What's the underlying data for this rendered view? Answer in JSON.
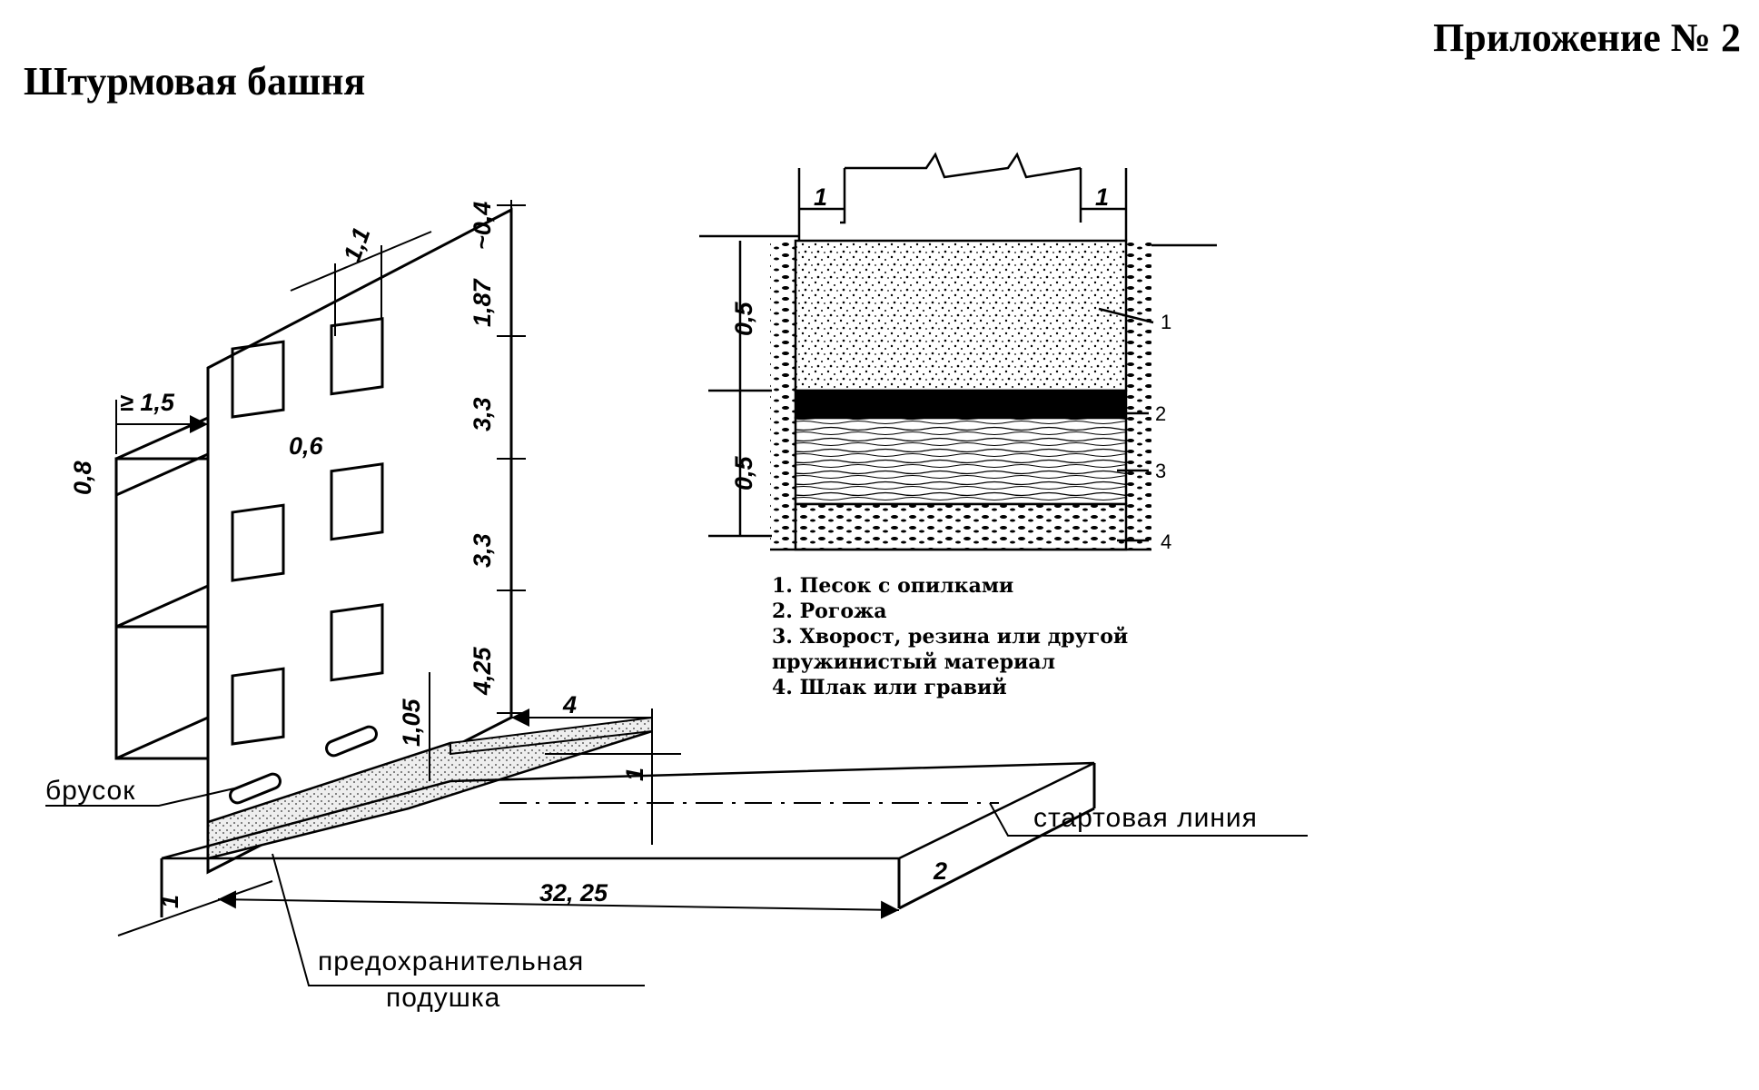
{
  "header": {
    "appendix": "Приложение № 2",
    "title": "Штурмовая башня"
  },
  "tower": {
    "labels": {
      "bar": "брусок",
      "start_line": "стартовая линия",
      "cushion_line1": "предохранительная",
      "cushion_line2": "подушка"
    },
    "dims": {
      "top": "~0,4",
      "floor3": "1,87",
      "floor2": "3,3",
      "floor1": "3,3",
      "ground": "4,25",
      "window_width": "1,1",
      "window_depth": "0,6",
      "sill_width": "≥ 1,5",
      "sill_height": "0,8",
      "bar_height": "1,05",
      "cushion_depth": "4",
      "cushion_thickness": "1",
      "track_length": "32, 25",
      "track_width": "2",
      "offset": "1"
    }
  },
  "section": {
    "dims": {
      "side_left": "1",
      "side_right": "1",
      "upper": "0,5",
      "lower": "0,5"
    },
    "markers": [
      "1",
      "2",
      "3",
      "4"
    ],
    "legend": [
      "1. Песок с опилками",
      "2. Рогожа",
      "3. Хворост, резина или другой",
      "пружинистый материал",
      "4. Шлак или гравий"
    ]
  }
}
